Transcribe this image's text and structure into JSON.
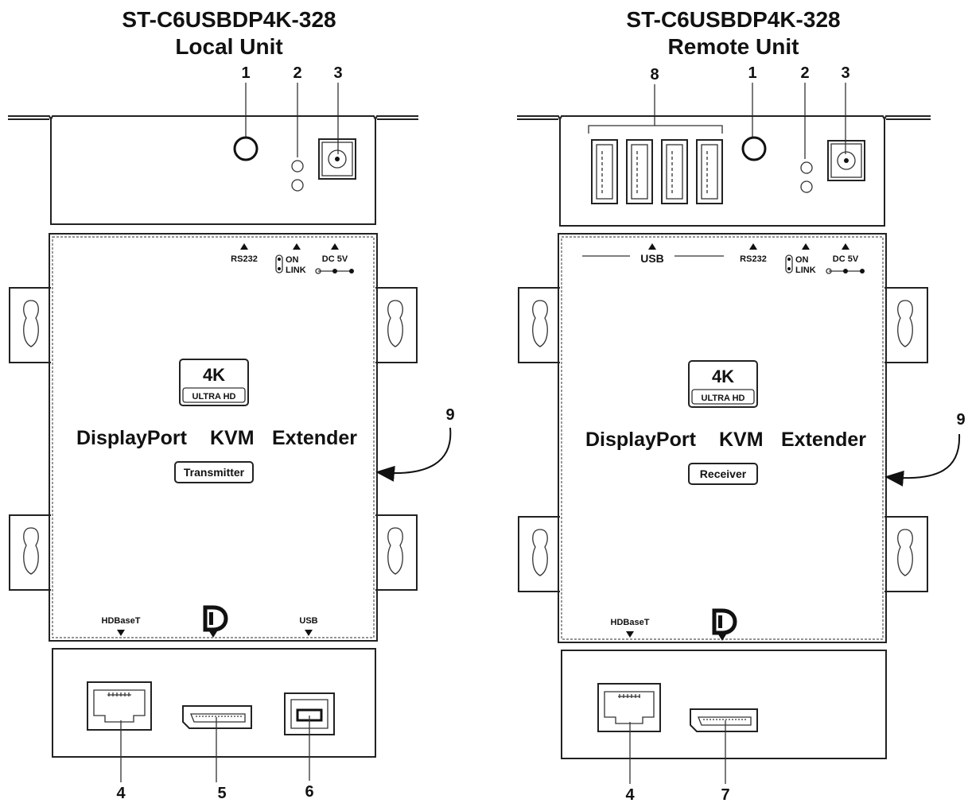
{
  "local_unit": {
    "model": "ST-C6USBDP4K-328",
    "subtitle": "Local Unit",
    "panel": {
      "rs232": "RS232",
      "on": "ON",
      "link": "LINK",
      "dc5v": "DC 5V",
      "badge_4k": "4K",
      "badge_uhd": "ULTRA HD",
      "word_displayport": "DisplayPort",
      "word_kvm": "KVM",
      "word_extender": "Extender",
      "role": "Transmitter",
      "hdbaset": "HDBaseT",
      "usb": "USB"
    },
    "callouts": {
      "c1": "1",
      "c2": "2",
      "c3": "3",
      "c4": "4",
      "c5": "5",
      "c6": "6",
      "c9": "9"
    }
  },
  "remote_unit": {
    "model": "ST-C6USBDP4K-328",
    "subtitle": "Remote Unit",
    "panel": {
      "usb": "USB",
      "rs232": "RS232",
      "on": "ON",
      "link": "LINK",
      "dc5v": "DC 5V",
      "badge_4k": "4K",
      "badge_uhd": "ULTRA HD",
      "word_displayport": "DisplayPort",
      "word_kvm": "KVM",
      "word_extender": "Extender",
      "role": "Receiver",
      "hdbaset": "HDBaseT"
    },
    "callouts": {
      "c1": "1",
      "c2": "2",
      "c3": "3",
      "c4": "4",
      "c7": "7",
      "c8": "8",
      "c9": "9"
    }
  }
}
